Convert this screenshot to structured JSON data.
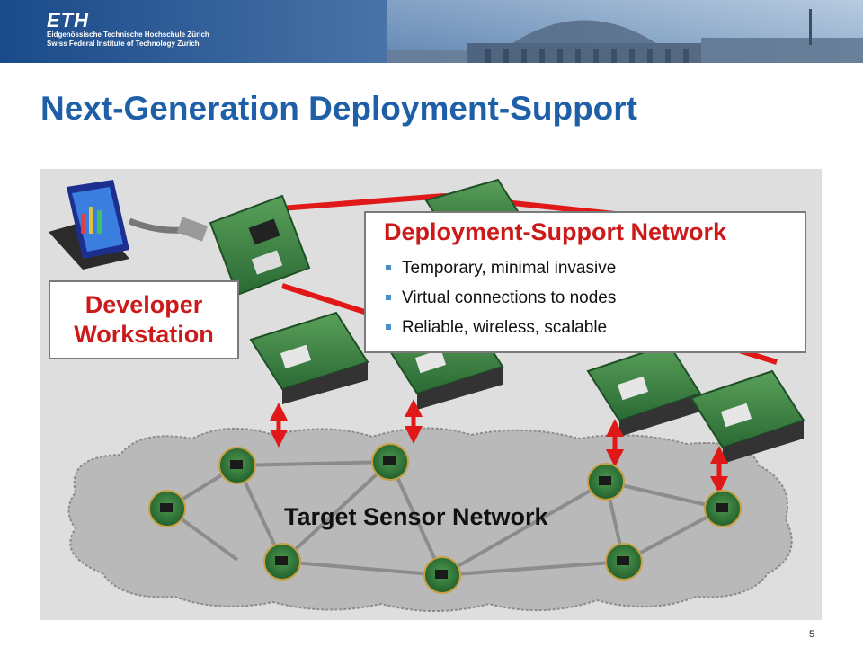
{
  "header": {
    "logo_text": "ETH",
    "institution_de": "Eidgenössische Technische Hochschule Zürich",
    "institution_en": "Swiss Federal Institute of Technology Zurich"
  },
  "slide": {
    "title": "Next-Generation Deployment-Support",
    "page_number": "5"
  },
  "diagram": {
    "developer_box": {
      "line1": "Developer",
      "line2": "Workstation"
    },
    "dsn_box": {
      "title": "Deployment-Support Network",
      "bullets": [
        "Temporary, minimal invasive",
        "Virtual connections to nodes",
        "Reliable, wireless, scalable"
      ]
    },
    "target_label": "Target Sensor Network"
  },
  "colors": {
    "title_blue": "#1f5fa8",
    "header_blue": "#1a4a8a",
    "callout_red": "#cc1a1a",
    "bullet_blue": "#4a8ec9",
    "panel_grey": "#dedede",
    "link_red": "#e01818"
  }
}
